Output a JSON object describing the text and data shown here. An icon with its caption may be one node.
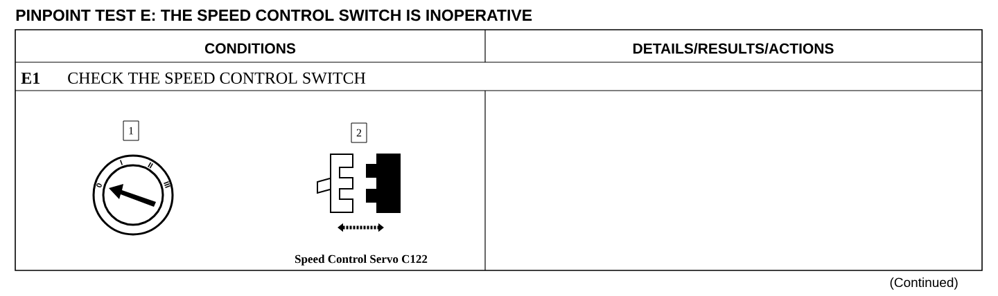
{
  "diagram": {
    "title": "PINPOINT TEST E: THE SPEED CONTROL SWITCH IS INOPERATIVE",
    "labels": [
      "CONDITIONS",
      "DETAILS/RESULTS/ACTIONS",
      "E1",
      "CHECK THE SPEED CONTROL SWITCH",
      "1",
      "0",
      "I",
      "II",
      "III",
      "2",
      "Speed Control Servo C122",
      "(Continued)"
    ]
  }
}
